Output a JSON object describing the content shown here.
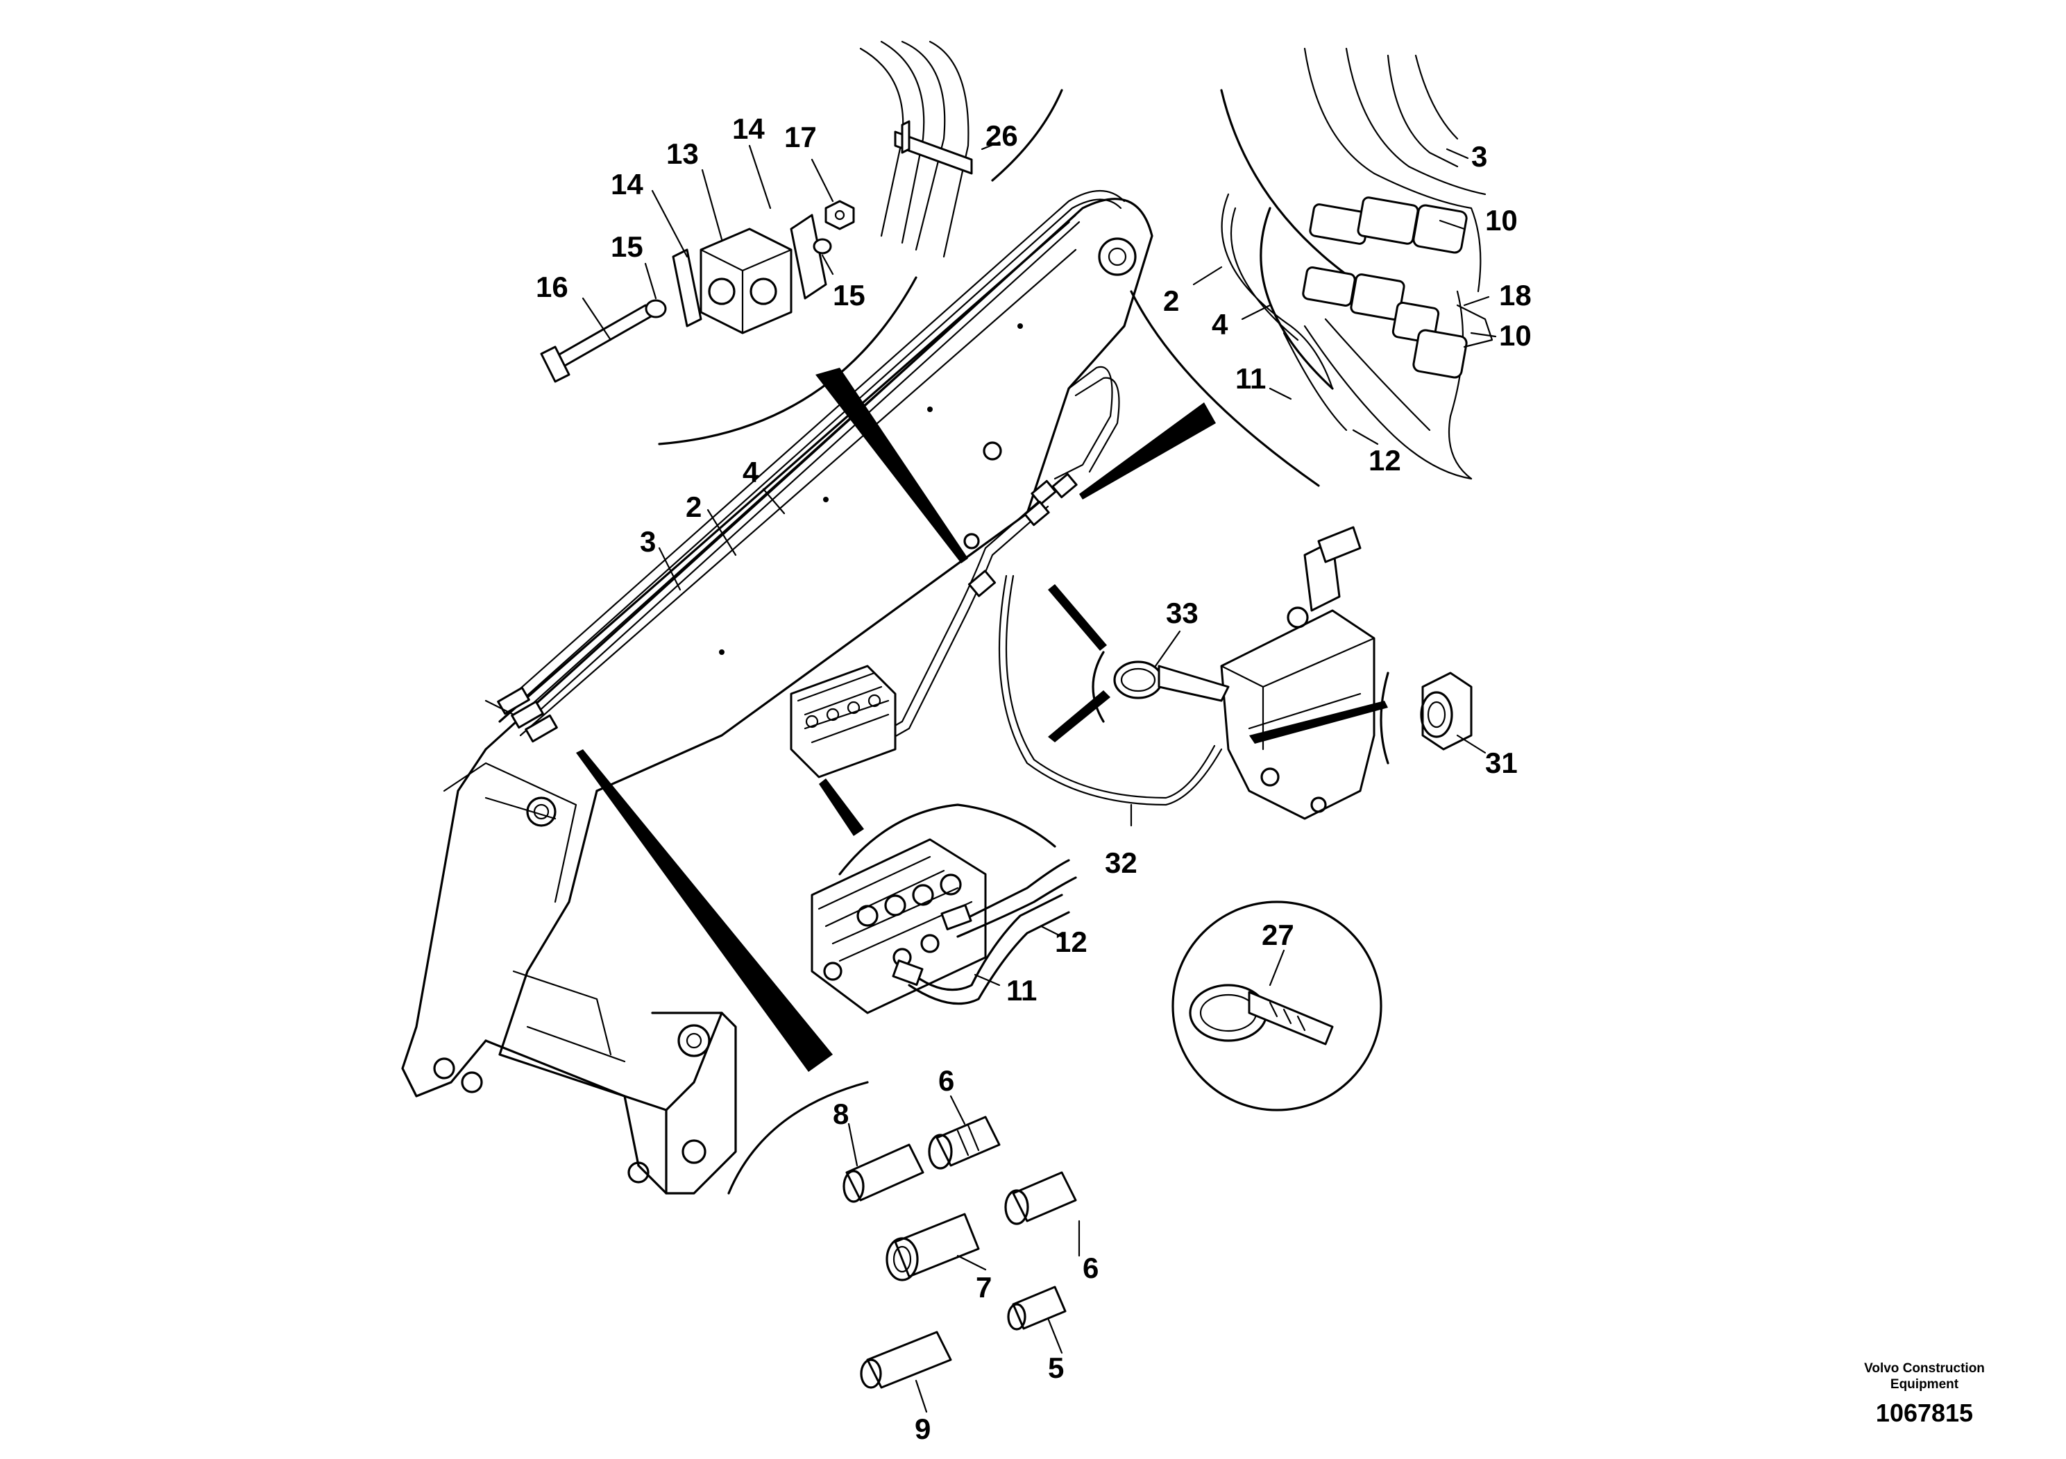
{
  "diagram": {
    "callouts": {
      "c_3_top": "3",
      "c_10_top": "10",
      "c_2_top": "2",
      "c_4_top": "4",
      "c_18": "18",
      "c_10_mid": "10",
      "c_11_top": "11",
      "c_12_top": "12",
      "c_26": "26",
      "c_14_a": "14",
      "c_17": "17",
      "c_13": "13",
      "c_14_b": "14",
      "c_15_a": "15",
      "c_15_b": "15",
      "c_16": "16",
      "c_4_boom": "4",
      "c_2_boom": "2",
      "c_3_boom": "3",
      "c_33": "33",
      "c_31": "31",
      "c_32": "32",
      "c_12_valve": "12",
      "c_11_valve": "11",
      "c_27": "27",
      "c_8": "8",
      "c_6_a": "6",
      "c_6_b": "6",
      "c_7": "7",
      "c_5": "5",
      "c_9": "9"
    }
  },
  "footer": {
    "brand_line_1": "Volvo Construction",
    "brand_line_2": "Equipment",
    "drawing_number": "1067815"
  }
}
